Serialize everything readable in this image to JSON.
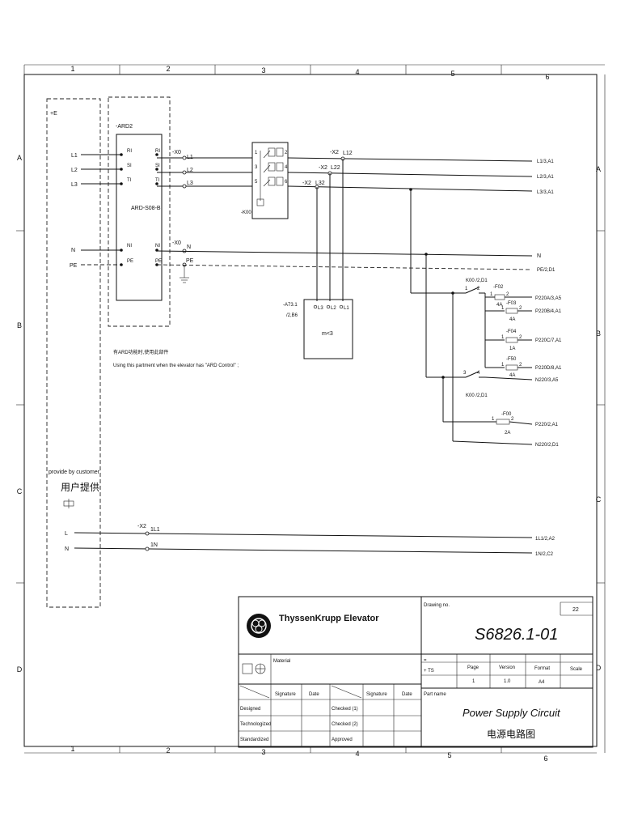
{
  "columns": [
    "1",
    "2",
    "3",
    "4",
    "5",
    "6"
  ],
  "rows": [
    "A",
    "B",
    "C",
    "D"
  ],
  "customer_box": {
    "tag": "+E",
    "note_en": "provide by customer",
    "note_cn": "用户提供"
  },
  "inputs": {
    "l1": "L1",
    "l2": "L2",
    "l3": "L3",
    "n": "N",
    "pe": "PE",
    "l": "L",
    "n2": "N"
  },
  "ard": {
    "tag": "-ARD2",
    "model": "ARD-S08-B",
    "in_terms": [
      "RI",
      "SI",
      "TI",
      "NI",
      "PE"
    ],
    "out_terms": [
      "RI",
      "SI",
      "TI",
      "NI",
      "PE"
    ],
    "note_cn": "有ARD功能时,使用此部件",
    "note_en": "Using this partment when the elevator has \"ARD Control\" ;"
  },
  "x0": {
    "tag": "-X0",
    "lines": [
      "L1",
      "L2",
      "L3"
    ],
    "tag_n": "-X0",
    "n": "N",
    "pe": "PE"
  },
  "k00": {
    "tag": "-K00",
    "pins": [
      "1",
      "2",
      "3",
      "4",
      "5",
      "6"
    ]
  },
  "x2": {
    "tag1": "-X2",
    "l12": "L12",
    "tag2": "-X2",
    "l22": "L22",
    "tag3": "-X2",
    "l32": "L32"
  },
  "outputs": [
    "L1/3,A1",
    "L2/3,A1",
    "L3/3,A1",
    "N",
    "PE/2,D1"
  ],
  "a73": {
    "tag": "-A73.1",
    "ref": "/2,B6",
    "terms": [
      "L3",
      "L2",
      "L1"
    ],
    "label": "m<3"
  },
  "k00_contacts": {
    "c1": "K00 /2,D1",
    "c1pins": [
      "1",
      "2"
    ],
    "c2": "K00 /2,D1",
    "c2pins": [
      "3",
      "4"
    ]
  },
  "fuses": [
    {
      "tag": "-F02",
      "rating": "4A",
      "pins": [
        "1",
        "2"
      ],
      "out": "P220A/3,A5"
    },
    {
      "tag": "-F03",
      "rating": "4A",
      "pins": [
        "1",
        "2"
      ],
      "out": "P220B/4,A1"
    },
    {
      "tag": "-F04",
      "rating": "1A",
      "pins": [
        "1",
        "2"
      ],
      "out": "P220C/7,A1"
    },
    {
      "tag": "-F50",
      "rating": "4A",
      "pins": [
        "1",
        "2"
      ],
      "out": "P220D/8,A1"
    },
    {
      "tag": "-F00",
      "rating": "2A",
      "pins": [
        "1",
        "2"
      ],
      "out": "P220/2,A1"
    }
  ],
  "neutral_outs": [
    "N220/3,A5",
    "N220/2,D1"
  ],
  "bottom_lines": {
    "x2": "-X2",
    "t1": "1L1",
    "t2": "1N",
    "out1": "1L1/2,A2",
    "out2": "1N/2,C2"
  },
  "title_block": {
    "company": "ThyssenKrupp Elevator",
    "drawing_no_label": "Drawing no.",
    "drawing_no": "S6826.1-01",
    "sheet_count": "22",
    "material_label": "Material",
    "eq": "=",
    "ts": "+ TS",
    "page_label": "Page",
    "page": "1",
    "version_label": "Version",
    "version": "1.0",
    "format_label": "Format",
    "format": "A4",
    "scale_label": "Scale",
    "part_name_label": "Part name",
    "part_name_en": "Power Supply Circuit",
    "part_name_cn": "电源电路图",
    "signature": "Signature",
    "date": "Date",
    "signature2": "Signature",
    "date2": "Date",
    "designed": "Designed",
    "technologized": "Technologized",
    "standardized": "Standardized",
    "checked1": "Checked (1)",
    "checked2": "Checked (2)",
    "approved": "Approved"
  }
}
